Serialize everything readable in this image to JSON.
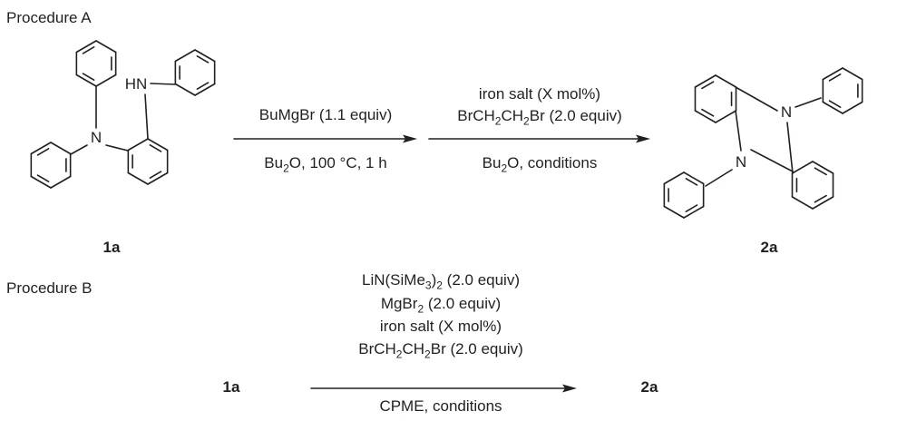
{
  "procedure_a": {
    "heading": "Procedure A",
    "step1": {
      "above": "BuMgBr (1.1 equiv)",
      "below_prefix": "Bu",
      "below_sub": "2",
      "below_suffix": "O, 100 °C, 1 h"
    },
    "step2": {
      "above_line1": "iron salt (X mol%)",
      "above_line2": {
        "p1": "BrCH",
        "s1": "2",
        "p2": "CH",
        "s2": "2",
        "p3": "Br (2.0 equiv)"
      },
      "below_prefix": "Bu",
      "below_sub": "2",
      "below_suffix": "O, conditions"
    },
    "start_label": "1a",
    "product_label": "2a",
    "start_atoms": {
      "n_left": "N",
      "n_right": "HN"
    },
    "product_atoms": {
      "n_top": "N",
      "n_bottom": "N"
    }
  },
  "procedure_b": {
    "heading": "Procedure B",
    "start_label": "1a",
    "product_label": "2a",
    "reagent1": {
      "p1": "LiN(SiMe",
      "s1": "3",
      "p2": ")",
      "s2": "2",
      "p3": " (2.0 equiv)"
    },
    "reagent2": {
      "p1": "MgBr",
      "s1": "2",
      "p2": " (2.0 equiv)"
    },
    "reagent3": "iron salt (X mol%)",
    "reagent4": {
      "p1": "BrCH",
      "s1": "2",
      "p2": "CH",
      "s2": "2",
      "p3": "Br (2.0 equiv)"
    },
    "below": "CPME, conditions"
  }
}
